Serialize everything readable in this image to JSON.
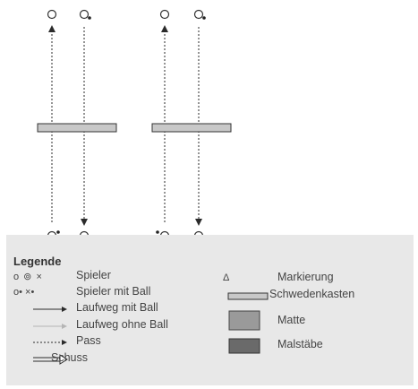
{
  "legend": {
    "title": "Legende",
    "items": {
      "spieler": "Spieler",
      "spieler_mit_ball": "Spieler mit Ball",
      "laufweg_mit_ball": "Laufweg mit Ball",
      "laufweg_ohne_ball": "Laufweg ohne Ball",
      "pass": "Pass",
      "schuss": "Schuss",
      "markierung": "Markierung",
      "schwedenkasten": "Schwedenkasten",
      "matte": "Matte",
      "malstaebe": "Malstäbe"
    },
    "symbols": {
      "spieler": "o ⊚ ×",
      "spieler_mit_ball": "o• ×•",
      "markierung": "Δ"
    }
  },
  "colors": {
    "legend_bg": "#e8e8e8",
    "box_fill": "#c8c8c8",
    "matte_fill": "#9a9a9a",
    "malstaebe_fill": "#6a6a6a",
    "line": "#2b2b2b",
    "light_line": "#b5b5b5"
  }
}
